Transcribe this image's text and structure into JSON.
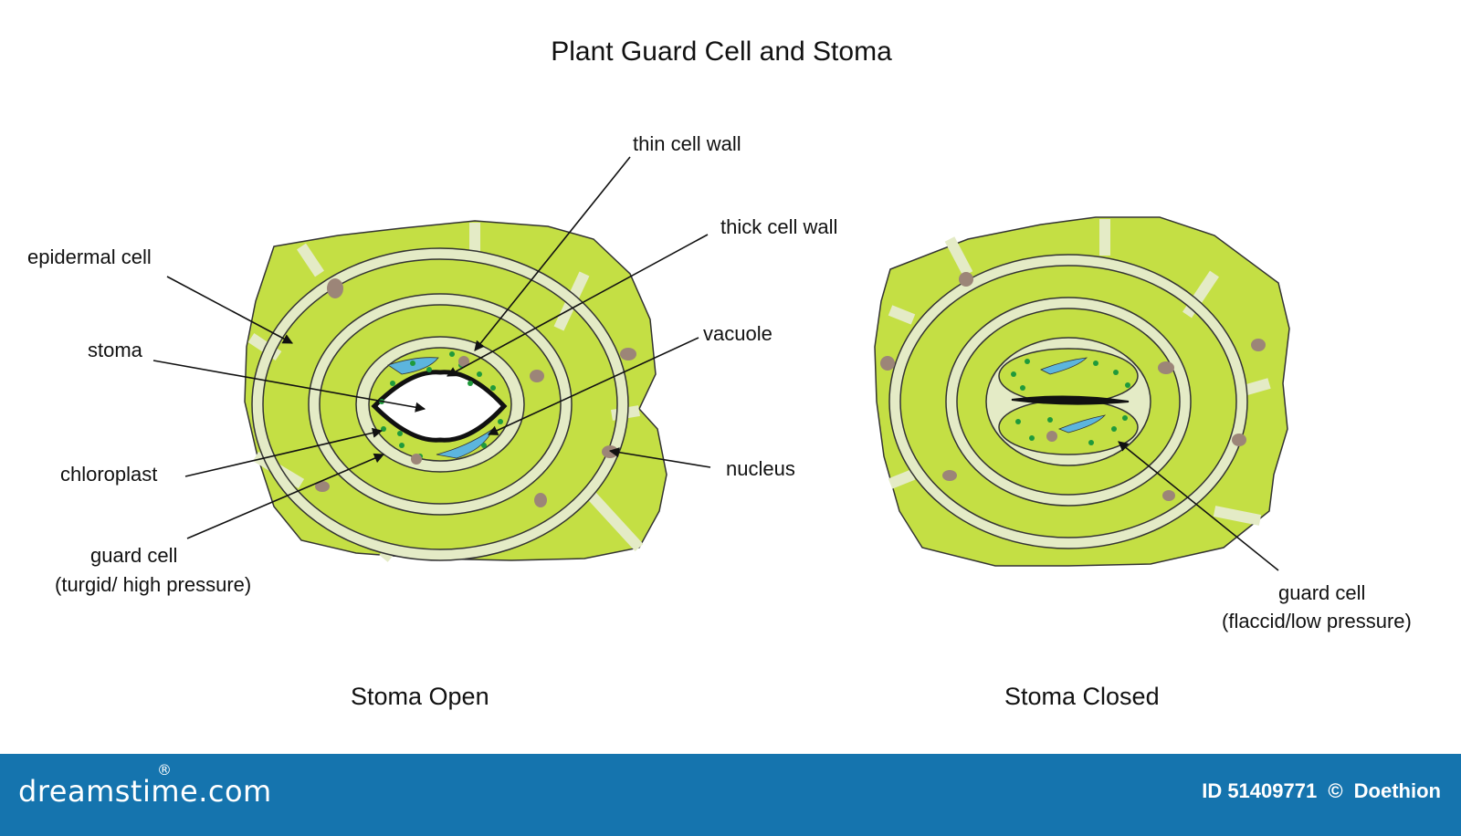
{
  "title": "Plant Guard Cell and Stoma",
  "labels": {
    "thin_cell_wall": "thin cell wall",
    "thick_cell_wall": "thick cell wall",
    "epidermal_cell": "epidermal cell",
    "stoma": "stoma",
    "vacuole": "vacuole",
    "chloroplast": "chloroplast",
    "nucleus": "nucleus",
    "guard_cell_open_line1": "guard cell",
    "guard_cell_open_line2": "(turgid/ high pressure)",
    "guard_cell_closed_line1": "guard cell",
    "guard_cell_closed_line2": "(flaccid/low pressure)"
  },
  "captions": {
    "open": "Stoma Open",
    "closed": "Stoma Closed"
  },
  "footer": {
    "brand": "dreamstime.com",
    "registered": "®",
    "id_text": "ID 51409771",
    "copyright": "©",
    "author": "Doethion"
  },
  "colors": {
    "cell_fill": "#c4df44",
    "wall": "#e4ebc6",
    "outline": "#333333",
    "nucleus": "#9c8578",
    "chloroplast": "#1f9a3b",
    "vacuole": "#5cb5de",
    "footer_bg": "#1574ae"
  }
}
